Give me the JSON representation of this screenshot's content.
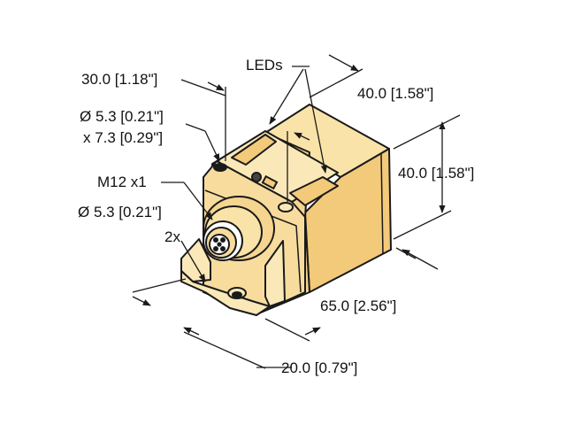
{
  "labels": {
    "leds": "LEDs",
    "dim_30": "30.0 [1.18\"]",
    "dim_40_top": "40.0 [1.58\"]",
    "hole_dia": "Ø 5.3 [0.21\"]",
    "hole_slot": "x 7.3 [0.29\"]",
    "connector": "M12 x1",
    "mount_dia": "Ø 5.3 [0.21\"]",
    "qty": "2x",
    "dim_40_right": "40.0 [1.58\"]",
    "dim_65": "65.0 [2.56\"]",
    "dim_20": "20.0 [0.79\"]"
  },
  "colors": {
    "body_face": "#f5d590",
    "body_top": "#f9e3a8",
    "body_side": "#f3c97a",
    "front_face": "#f7dc9e",
    "bracket": "#fbe8b8",
    "outline": "#1a1a1a"
  }
}
